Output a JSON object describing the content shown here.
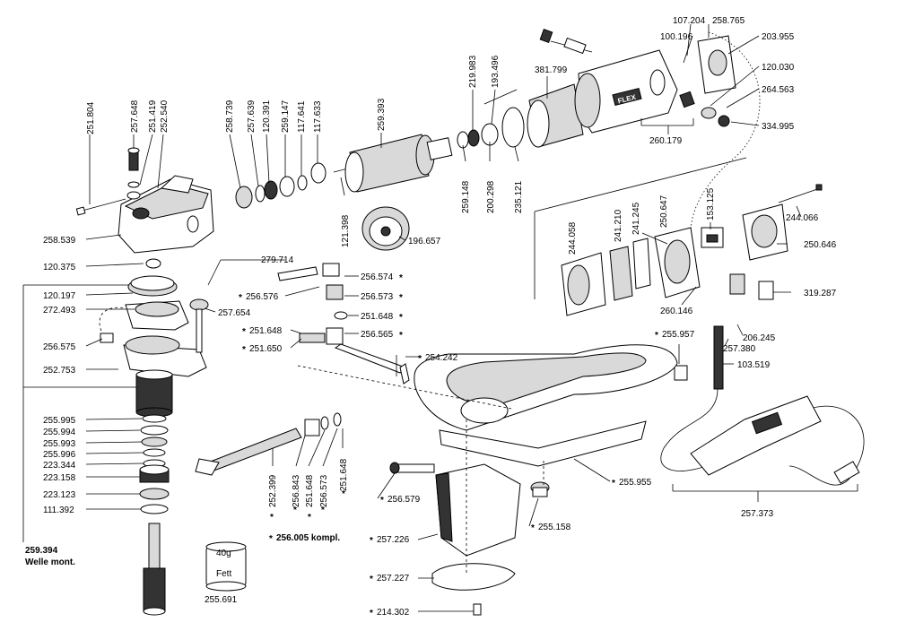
{
  "parts": {
    "p251804": "251.804",
    "p257648": "257.648",
    "p251419": "251.419",
    "p252540": "252.540",
    "p258739": "258.739",
    "p257639": "257.639",
    "p120391": "120.391",
    "p259147": "259.147",
    "p117641": "117.641",
    "p117633": "117.633",
    "p259393": "259.393",
    "p219983": "219.983",
    "p193496": "193.496",
    "p381799": "381.799",
    "p107204": "107.204",
    "p258765": "258.765",
    "p100196": "100.196",
    "p203955": "203.955",
    "p120030": "120.030",
    "p264563": "264.563",
    "p334995": "334.995",
    "p260179": "260.179",
    "p258539": "258.539",
    "p121398": "121.398",
    "p259148": "259.148",
    "p200298": "200.298",
    "p235121": "235.121",
    "p196657": "196.657",
    "p279714": "279.714",
    "p120375": "120.375",
    "p256574": "256.574",
    "p256576": "256.576",
    "p256573a": "256.573",
    "p120197": "120.197",
    "p272493": "272.493",
    "p257654": "257.654",
    "p251648a": "251.648",
    "p251648b": "251.648",
    "p256565": "256.565",
    "p251650": "251.650",
    "p256575": "256.575",
    "p252753": "252.753",
    "p254242": "254.242",
    "p244058": "244.058",
    "p241210": "241.210",
    "p241245": "241.245",
    "p250647": "250.647",
    "p153125": "153.125",
    "p244066": "244.066",
    "p250646": "250.646",
    "p319287": "319.287",
    "p260146": "260.146",
    "p255957": "255.957",
    "p206245": "206.245",
    "p257380": "257.380",
    "p103519": "103.519",
    "p255995": "255.995",
    "p255994": "255.994",
    "p255993": "255.993",
    "p255996": "255.996",
    "p223344": "223.344",
    "p223158": "223.158",
    "p223123": "223.123",
    "p111392": "111.392",
    "p252399": "252.399",
    "p256843": "256.843",
    "p251648c": "251.648",
    "p256573b": "256.573",
    "p251648d": "251.648",
    "p256579": "256.579",
    "p255955": "255.955",
    "p255158": "255.158",
    "p257373": "257.373",
    "p257226": "257.226",
    "p257227": "257.227",
    "p214302": "214.302",
    "p259394": "259.394",
    "welle": "Welle mont.",
    "kompl": "256.005 kompl.",
    "fett_weight": "40g",
    "fett": "Fett",
    "p255691": "255.691"
  },
  "marks": {
    "star": "*"
  },
  "brand": {
    "logo": "FLEX"
  },
  "colors": {
    "line": "#000000",
    "background": "#ffffff",
    "shade": "#d9d9d9"
  }
}
